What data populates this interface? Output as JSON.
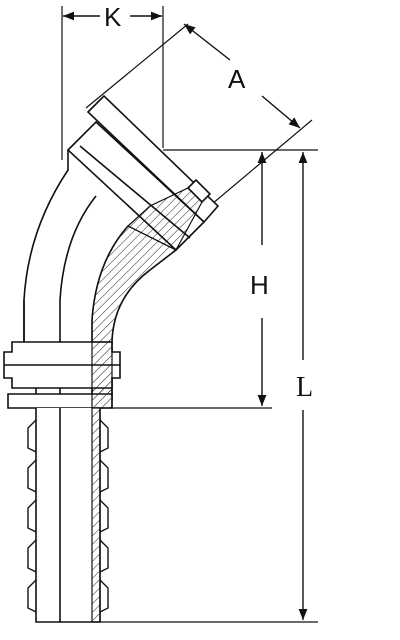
{
  "diagram": {
    "labels": {
      "k": "K",
      "a": "A",
      "h": "H",
      "l": "L"
    },
    "colors": {
      "line": "#111111",
      "hatch": "#222222",
      "fill": "#ffffff"
    }
  }
}
